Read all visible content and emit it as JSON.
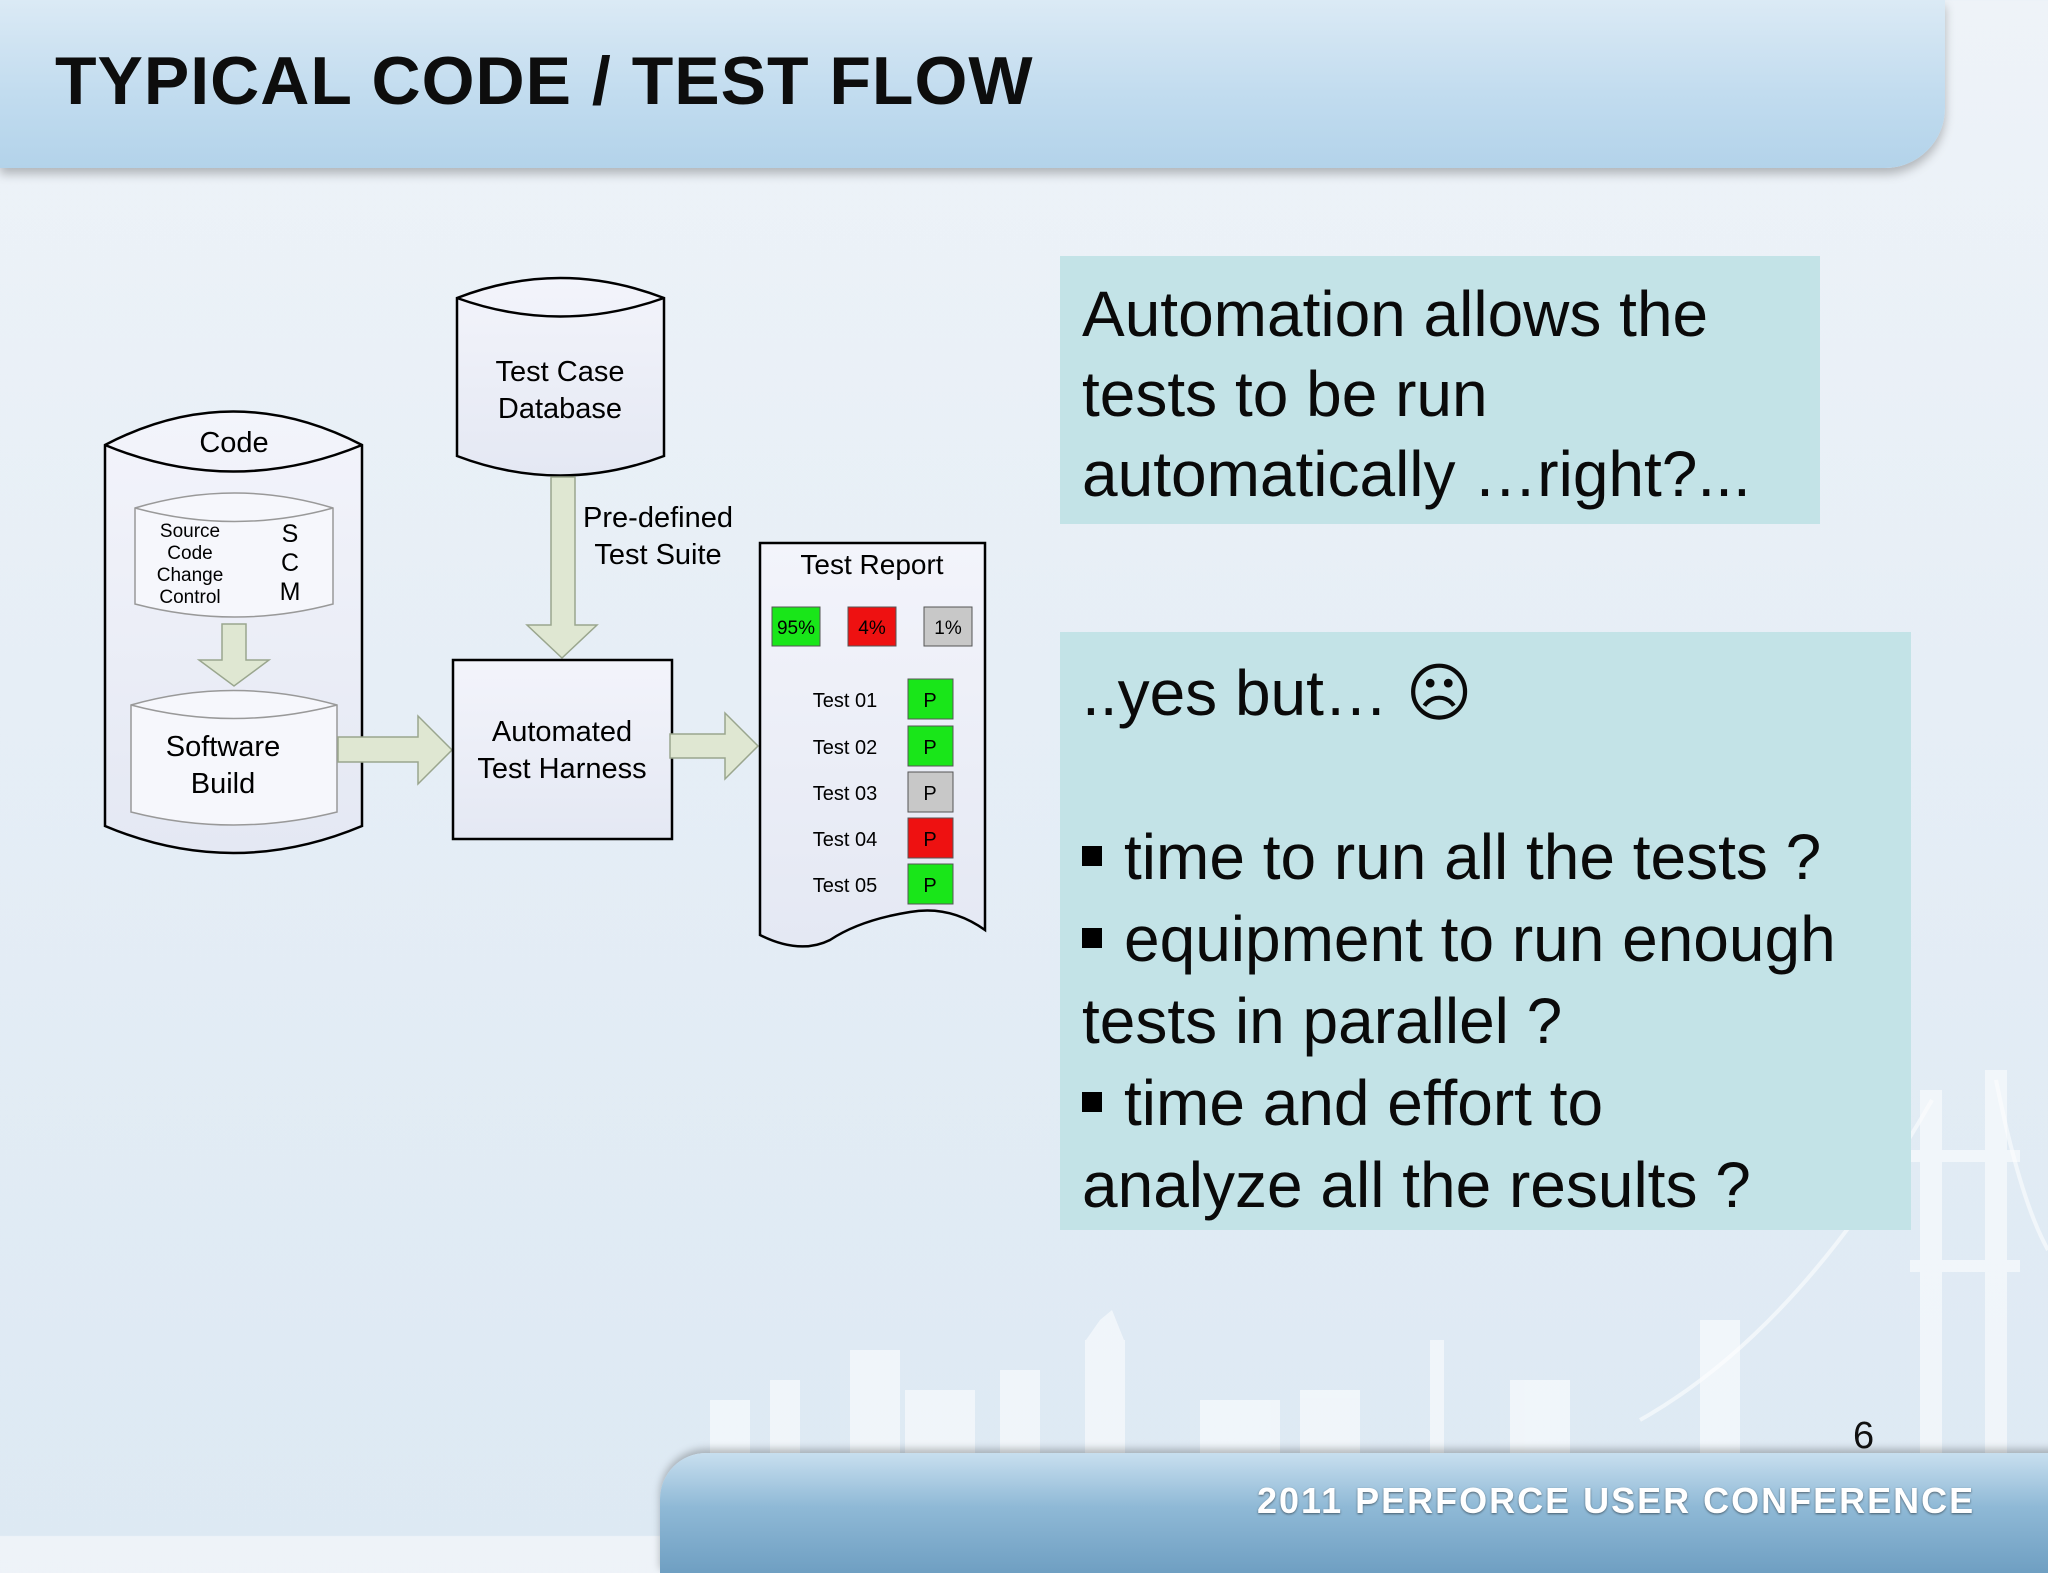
{
  "slide": {
    "title": "TYPICAL CODE / TEST FLOW",
    "page_number": "6",
    "footer": "2011 PERFORCE USER CONFERENCE"
  },
  "diagram": {
    "code_store": {
      "label": "Code",
      "scm_lines": [
        "Source",
        "Code",
        "Change",
        "Control"
      ],
      "scm_letters": [
        "S",
        "C",
        "M"
      ],
      "build_lines": [
        "Software",
        "Build"
      ]
    },
    "test_db": {
      "lines": [
        "Test Case",
        "Database"
      ]
    },
    "suite_label": [
      "Pre-defined",
      "Test Suite"
    ],
    "harness": {
      "lines": [
        "Automated",
        "Test Harness"
      ]
    },
    "report": {
      "title": "Test Report",
      "summary": [
        {
          "label": "95%",
          "color": "#19e619"
        },
        {
          "label": "4%",
          "color": "#ee1111"
        },
        {
          "label": "1%",
          "color": "#c8c8c8"
        }
      ],
      "tests": [
        {
          "name": "Test 01",
          "status": "P",
          "color": "#19e619"
        },
        {
          "name": "Test 02",
          "status": "P",
          "color": "#19e619"
        },
        {
          "name": "Test 03",
          "status": "P",
          "color": "#c8c8c8"
        },
        {
          "name": "Test 04",
          "status": "P",
          "color": "#ee1111"
        },
        {
          "name": "Test 05",
          "status": "P",
          "color": "#19e619"
        }
      ]
    }
  },
  "callouts": {
    "top": [
      "Automation allows the",
      "tests to be run",
      "automatically …right?..."
    ],
    "bottom": {
      "intro": "..yes but… ☹",
      "lines": [
        {
          "text": "time to run all the tests ?",
          "bullet": true
        },
        {
          "text": "equipment to run enough",
          "bullet": true
        },
        {
          "text": "tests in parallel ?",
          "bullet": false
        },
        {
          "text": "time and effort to",
          "bullet": true
        },
        {
          "text": "analyze all the results ?",
          "bullet": false
        }
      ]
    }
  },
  "colors": {
    "callout_bg": "#c3e3e7",
    "arrow_fill": "#dfe7d2",
    "shape_fill": "#eef0f8"
  }
}
